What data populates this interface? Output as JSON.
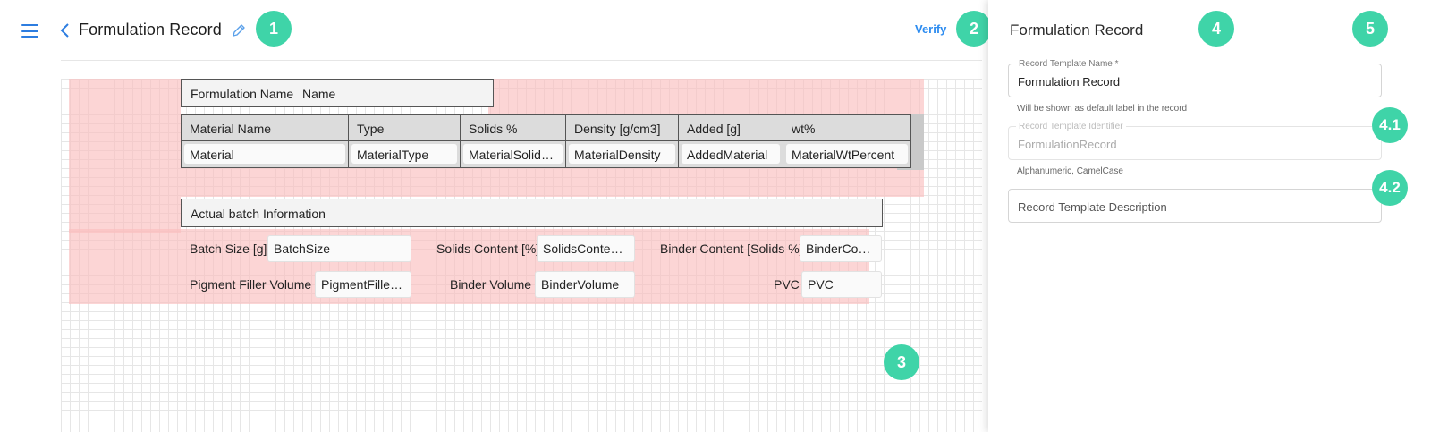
{
  "header": {
    "title": "Formulation Record",
    "verify_label": "Verify"
  },
  "editor": {
    "formulation_name": {
      "label": "Formulation Name",
      "value": "Name"
    },
    "material_table": {
      "columns": [
        "Material Name",
        "Type",
        "Solids %",
        "Density [g/cm3]",
        "Added [g]",
        "wt%"
      ],
      "row": [
        "Material",
        "MaterialType",
        "MaterialSolids…",
        "MaterialDensity",
        "AddedMaterial",
        "MaterialWtPercent"
      ]
    },
    "batch_section_title": "Actual batch Information",
    "batch_fields": [
      {
        "label": "Batch Size [g]",
        "value": "BatchSize"
      },
      {
        "label": "Solids Content [%]",
        "value": "SolidsConten…"
      },
      {
        "label": "Binder Content [Solids %]",
        "value": "BinderCon…"
      },
      {
        "label": "Pigment Filler Volume",
        "value": "PigmentFiller…"
      },
      {
        "label": "Binder Volume",
        "value": "BinderVolume"
      },
      {
        "label": "PVC",
        "value": "PVC"
      }
    ]
  },
  "badges": [
    "1",
    "2",
    "3",
    "4",
    "5",
    "4.1",
    "4.2"
  ],
  "panel": {
    "title": "Formulation Record",
    "template_name": {
      "label": "Record Template Name *",
      "value": "Formulation Record",
      "helper": "Will be shown as default label in the record"
    },
    "template_identifier": {
      "label": "Record Template Identifier",
      "value": "FormulationRecord",
      "helper": "Alphanumeric, CamelCase"
    },
    "template_description": {
      "placeholder": "Record Template Description"
    }
  },
  "colors": {
    "accent": "#2d8cf0",
    "badge": "#3fd4a8",
    "highlight": "#fabebe"
  }
}
